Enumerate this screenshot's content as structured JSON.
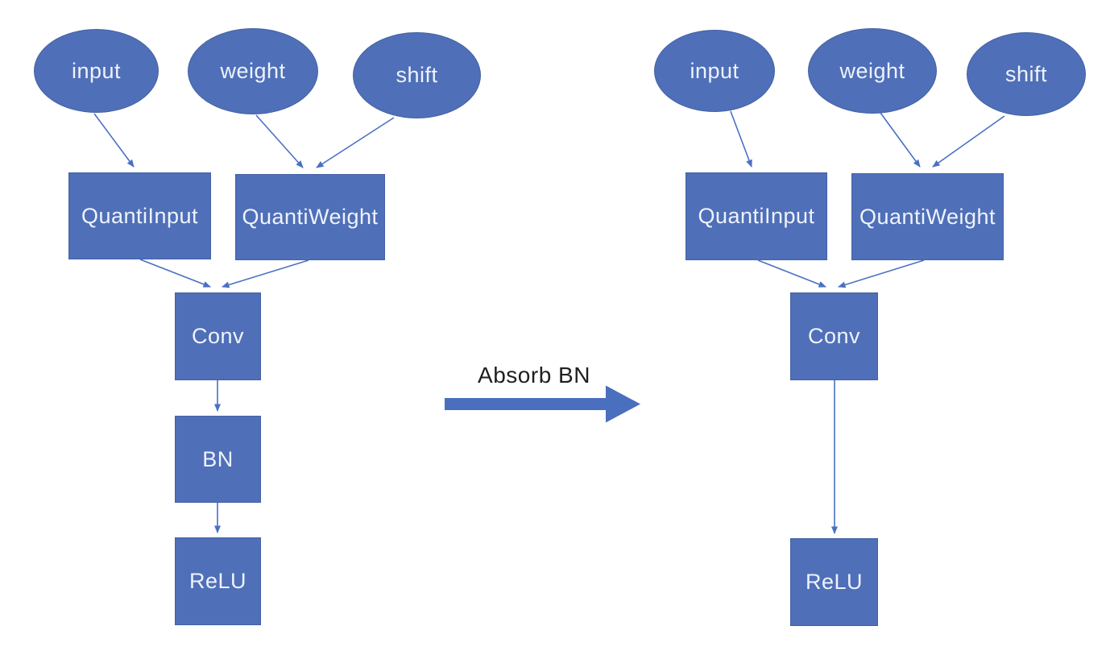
{
  "diagram": {
    "title_implied": "",
    "transform_label": "Absorb BN",
    "before": {
      "input": "input",
      "weight": "weight",
      "shift": "shift",
      "quanti_input": "QuantiInput",
      "quanti_weight": "QuantiWeight",
      "conv": "Conv",
      "bn": "BN",
      "relu": "ReLU",
      "edges": [
        {
          "from": "input",
          "to": "QuantiInput"
        },
        {
          "from": "weight",
          "to": "QuantiWeight"
        },
        {
          "from": "shift",
          "to": "QuantiWeight"
        },
        {
          "from": "QuantiInput",
          "to": "Conv"
        },
        {
          "from": "QuantiWeight",
          "to": "Conv"
        },
        {
          "from": "Conv",
          "to": "BN"
        },
        {
          "from": "BN",
          "to": "ReLU"
        }
      ]
    },
    "after": {
      "input": "input",
      "weight": "weight",
      "shift": "shift",
      "quanti_input": "QuantiInput",
      "quanti_weight": "QuantiWeight",
      "conv": "Conv",
      "relu": "ReLU",
      "edges": [
        {
          "from": "input",
          "to": "QuantiInput"
        },
        {
          "from": "weight",
          "to": "QuantiWeight"
        },
        {
          "from": "shift",
          "to": "QuantiWeight"
        },
        {
          "from": "QuantiInput",
          "to": "Conv"
        },
        {
          "from": "QuantiWeight",
          "to": "Conv"
        },
        {
          "from": "Conv",
          "to": "ReLU"
        }
      ]
    }
  },
  "colors": {
    "shape_fill": "#4f6fb8",
    "shape_text": "#eef3fb",
    "connector": "#4a70c4",
    "thick_arrow": "#4a6fbe",
    "annotation_text": "#1f1f1f",
    "background": "#ffffff"
  }
}
